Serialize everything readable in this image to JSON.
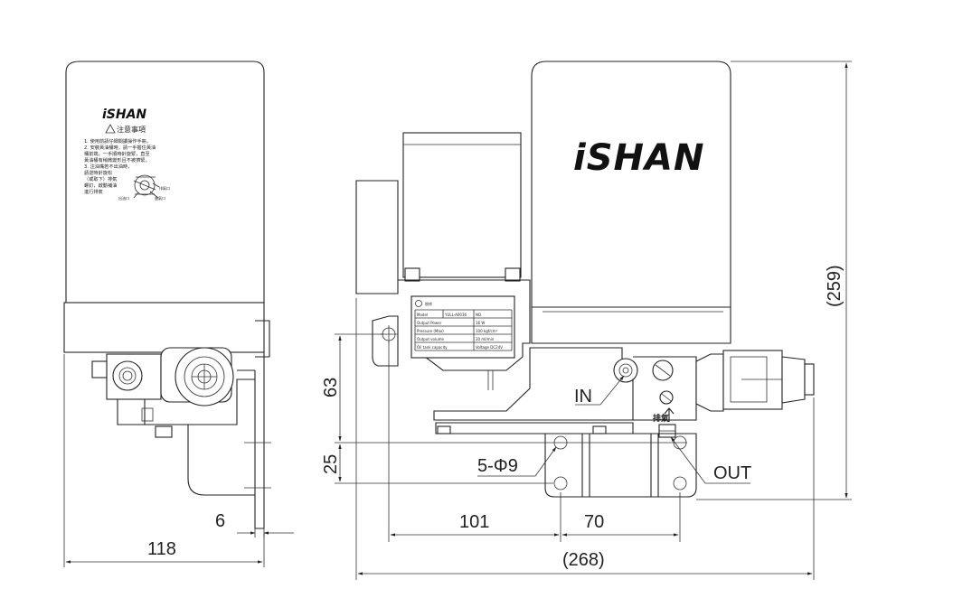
{
  "left_view": {
    "brand": "iSHAN",
    "warning_title": "注意事項",
    "notes": [
      "1. 使用前請仔細閱讀操作手冊。",
      "2. 安裝黃油桶時，請一手握住黃油",
      "   桶前端，一手順時針旋緊，直至",
      "   黃油桶有稍微變形且不被擠緊。",
      "3. 注油嘴若不出油時，",
      "   請逆時針旋松",
      "   （或取下）排氣",
      "   螺釘，啟動補油",
      "   進行排氣"
    ],
    "callouts": [
      "排氣口",
      "出油口",
      "進氣口"
    ]
  },
  "right_view": {
    "brand": "iSHAN",
    "label_plate": {
      "brand": "銳祥",
      "rows": [
        [
          "Model",
          "YULL-A0036",
          "NO."
        ],
        [
          "Output Power",
          "",
          "16 W"
        ],
        [
          "Pressure (Max)",
          "",
          "100 kgf/cm²"
        ],
        [
          "Output volume",
          "",
          "20 ml/min"
        ],
        [
          "Oil tank capacity",
          "",
          "Voltage DC24V"
        ]
      ]
    },
    "port_labels": {
      "in": "IN",
      "out": "OUT",
      "vent": "排氣"
    }
  },
  "dimensions": {
    "left_width": "118",
    "left_bracket": "6",
    "height_total": "(259)",
    "mount_63": "63",
    "mount_25": "25",
    "holes": "5-Φ9",
    "offset_101": "101",
    "offset_70": "70",
    "overall_width": "(268)"
  }
}
